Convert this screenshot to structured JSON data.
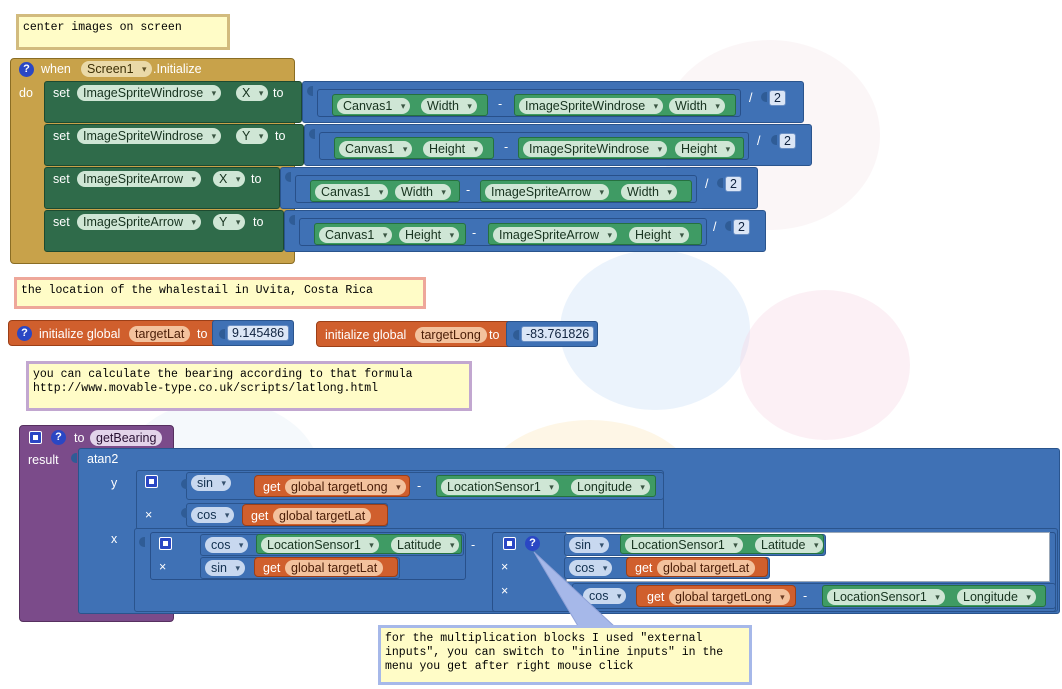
{
  "comment1": "center images on screen",
  "event": {
    "when": "when",
    "component": "Screen1",
    "event_name": ".Initialize",
    "do": "do",
    "rows": [
      {
        "set": "set",
        "sprite": "ImageSpriteWindrose",
        "prop": "X",
        "to": "to",
        "canvas": "Canvas1",
        "canvas_prop": "Width",
        "minus": "-",
        "sprite2": "ImageSpriteWindrose",
        "sprite2_prop": "Width",
        "div": "/",
        "num": "2"
      },
      {
        "set": "set",
        "sprite": "ImageSpriteWindrose",
        "prop": "Y",
        "to": "to",
        "canvas": "Canvas1",
        "canvas_prop": "Height",
        "minus": "-",
        "sprite2": "ImageSpriteWindrose",
        "sprite2_prop": "Height",
        "div": "/",
        "num": "2"
      },
      {
        "set": "set",
        "sprite": "ImageSpriteArrow",
        "prop": "X",
        "to": "to",
        "canvas": "Canvas1",
        "canvas_prop": "Width",
        "minus": "-",
        "sprite2": "ImageSpriteArrow",
        "sprite2_prop": "Width",
        "div": "/",
        "num": "2"
      },
      {
        "set": "set",
        "sprite": "ImageSpriteArrow",
        "prop": "Y",
        "to": "to",
        "canvas": "Canvas1",
        "canvas_prop": "Height",
        "minus": "-",
        "sprite2": "ImageSpriteArrow",
        "sprite2_prop": "Height",
        "div": "/",
        "num": "2"
      }
    ]
  },
  "comment2": "the location of the whalestail in Uvita, Costa Rica",
  "globals": [
    {
      "label": "initialize global",
      "name": "targetLat",
      "to": "to",
      "value": "9.145486"
    },
    {
      "label": "initialize global",
      "name": "targetLong",
      "to": "to",
      "value": "-83.761826"
    }
  ],
  "comment3_line1": "you can calculate the bearing according to that formula",
  "comment3_line2": "http://www.movable-type.co.uk/scripts/latlong.html",
  "proc": {
    "to": "to",
    "name": "getBearing",
    "result": "result",
    "atan2": "atan2",
    "y": "y",
    "x": "x",
    "times": "×",
    "sin": "sin",
    "cos": "cos",
    "minus": "-",
    "get": "get",
    "targetLong": "global targetLong",
    "targetLat": "global targetLat",
    "sensor": "LocationSensor1",
    "longitude": "Longitude",
    "latitude": "Latitude"
  },
  "comment4_line1": "for the multiplication blocks I used \"external",
  "comment4_line2": "inputs\", you can switch to \"inline inputs\" in the",
  "comment4_line3": "menu you get after right mouse click",
  "help_glyph": "?",
  "colors": {
    "control": "#c8a24a",
    "setter": "#2f6b4a",
    "math": "#3f71b5",
    "variable": "#d05f2d",
    "procedure": "#7b4b8a",
    "component": "#3f9b64"
  }
}
